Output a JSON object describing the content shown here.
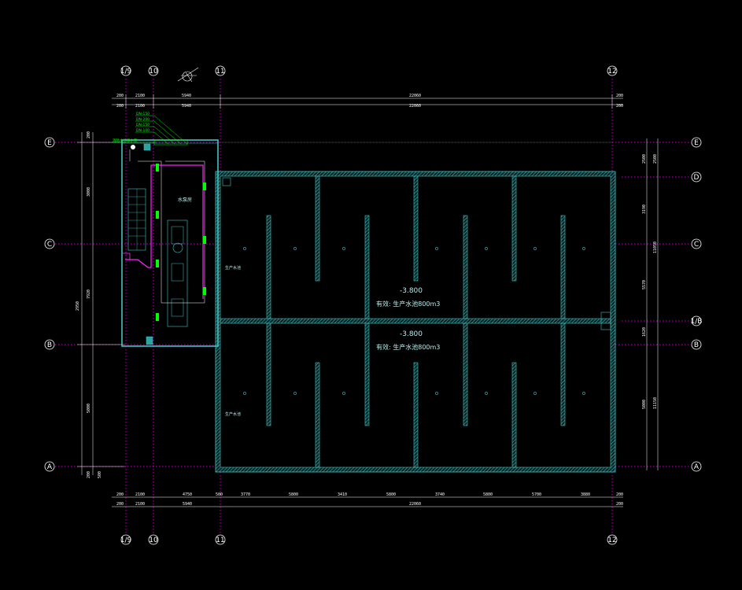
{
  "axes": {
    "vertical": [
      "1/9",
      "10",
      "11",
      "12"
    ],
    "horizontal": [
      "E",
      "D",
      "C",
      "1/B",
      "B",
      "A"
    ]
  },
  "dimensions": {
    "top_row1": [
      "200",
      "2100",
      "5940",
      "22060",
      "200"
    ],
    "top_row2": [
      "200",
      "2100",
      "5940",
      "22060",
      "200"
    ],
    "bottom_row1": [
      "200",
      "2100",
      "4750",
      "500",
      "3770",
      "5800",
      "3410",
      "5800",
      "3740",
      "5800",
      "5700",
      "3880",
      "200"
    ],
    "bottom_row2": [
      "200",
      "2100",
      "5940",
      "22060",
      "200"
    ],
    "left": [
      "200",
      "3000",
      "7920",
      "2950",
      "5000",
      "200",
      "500"
    ],
    "right": [
      "2500",
      "2500",
      "3190",
      "11050",
      "5570",
      "1620",
      "5000",
      "11150"
    ]
  },
  "tank": {
    "level_upper": "-3.800",
    "capacity_upper": "有效: 生产水池800m3",
    "level_lower": "-3.800",
    "capacity_lower": "有效: 生产水池800m3",
    "side_label_upper": "生产水池",
    "side_label_lower": "生产水池"
  },
  "pump_room": {
    "label": "水泵房"
  },
  "annotations": {
    "callouts": [
      "DN-150",
      "DN-200",
      "DN-150",
      "DN-100"
    ],
    "pipe_label": "消防水池吸水管"
  },
  "colors": {
    "background": "#000000",
    "wall": "#45c3c3",
    "axis_line": "#ff00ff",
    "pipe_green": "#00ff00",
    "pipe_magenta": "#ff22ff"
  }
}
